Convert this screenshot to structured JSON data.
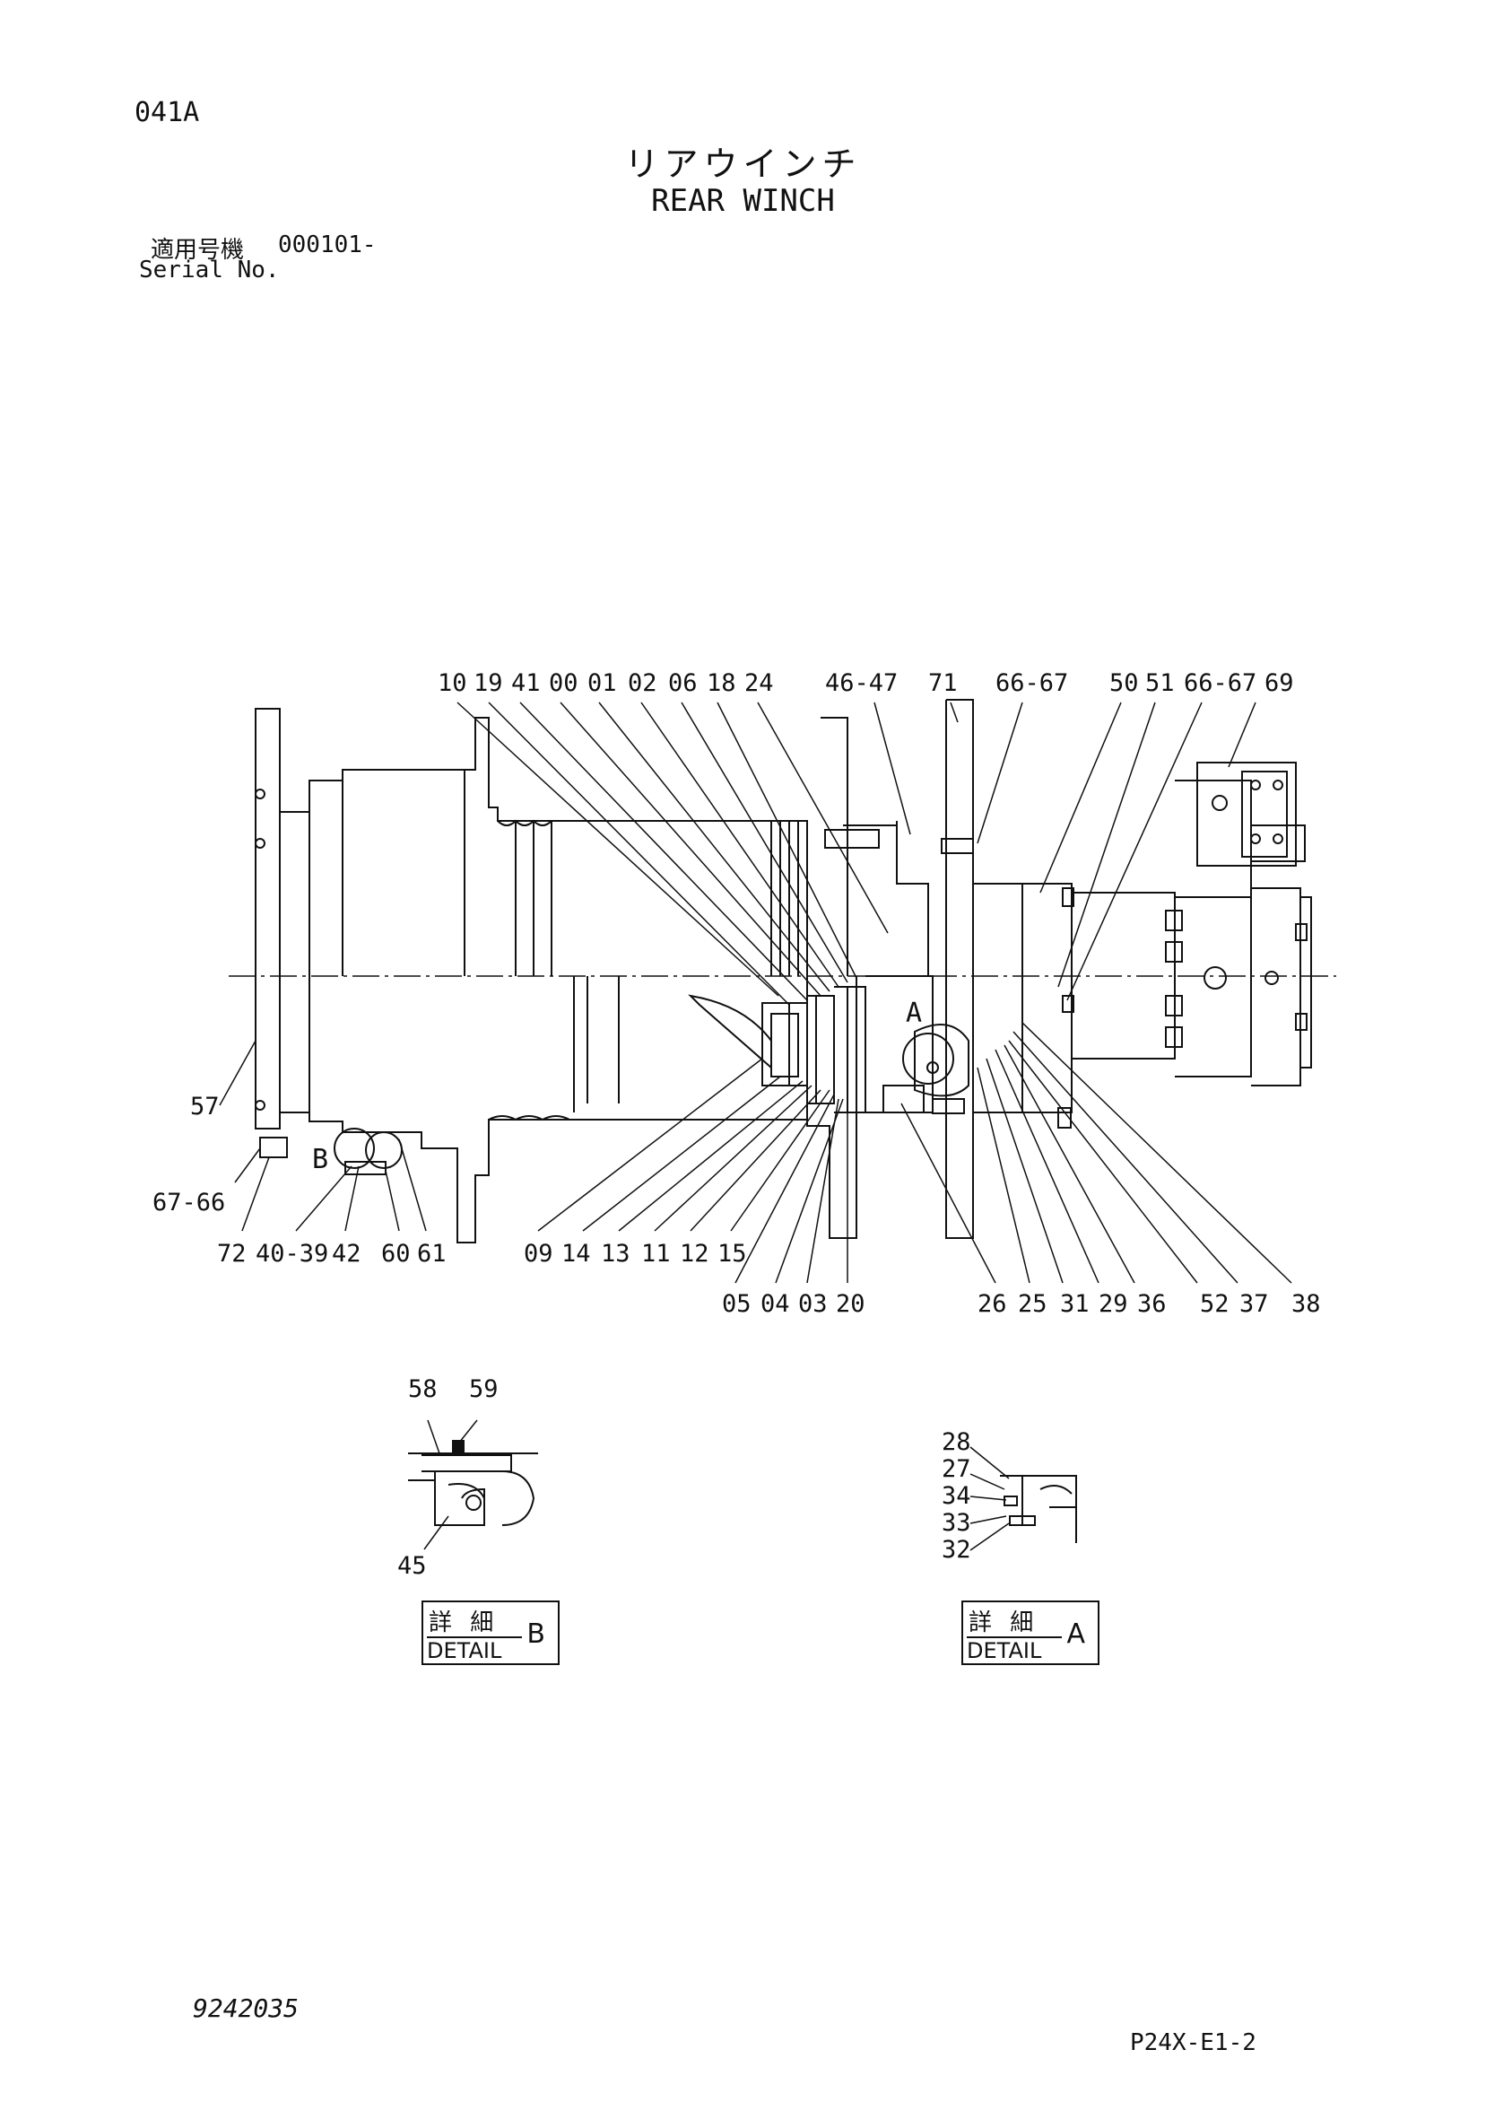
{
  "header": {
    "page_code": "041A",
    "title_jp": "リアウインチ",
    "title_en": "REAR WINCH",
    "serial_label_jp": "適用号機",
    "serial_value": "000101-",
    "serial_label_en": "Serial No."
  },
  "main_view": {
    "top_labels": [
      "10",
      "19",
      "41",
      "00",
      "01",
      "02",
      "06",
      "18",
      "24",
      "46-47",
      "71",
      "66-67",
      "50",
      "51",
      "66-67",
      "69"
    ],
    "left_labels": [
      "57",
      "67-66"
    ],
    "detail_markers": [
      "A",
      "B"
    ],
    "bottom_labels_row1": [
      "72",
      "40-39",
      "42",
      "60",
      "61",
      "09",
      "14",
      "13",
      "11",
      "12",
      "15"
    ],
    "bottom_labels_row2": [
      "05",
      "04",
      "03",
      "20",
      "26",
      "25",
      "31",
      "29",
      "36",
      "52",
      "37",
      "38"
    ]
  },
  "detail_b": {
    "labels": [
      "58",
      "59",
      "45"
    ],
    "box_jp": "詳 細",
    "box_en": "DETAIL",
    "box_letter": "B"
  },
  "detail_a": {
    "labels": [
      "28",
      "27",
      "34",
      "33",
      "32"
    ],
    "box_jp": "詳 細",
    "box_en": "DETAIL",
    "box_letter": "A"
  },
  "footer": {
    "doc_number": "9242035",
    "sheet_ref": "P24X-E1-2"
  }
}
